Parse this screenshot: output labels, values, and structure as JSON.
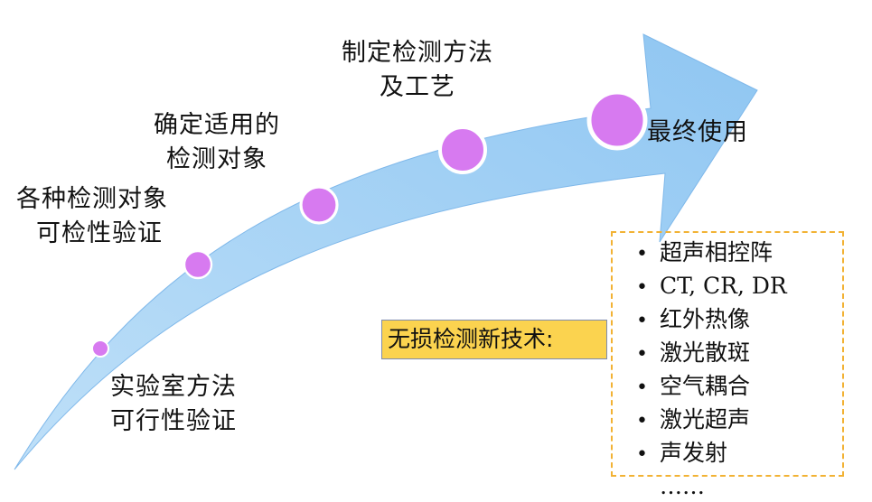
{
  "stages": [
    {
      "id": "stage-1",
      "lines": [
        "实验室方法",
        "可行性验证"
      ]
    },
    {
      "id": "stage-2",
      "lines": [
        "各种检测对象",
        "可检性验证"
      ]
    },
    {
      "id": "stage-3",
      "lines": [
        "确定适用的",
        "检测对象"
      ]
    },
    {
      "id": "stage-4",
      "lines": [
        "制定检测方法",
        "及工艺"
      ]
    },
    {
      "id": "stage-5",
      "lines": [
        "最终使用"
      ]
    }
  ],
  "new_tech": {
    "title": "无损检测新技术:",
    "items": [
      "超声相控阵",
      "CT, CR, DR",
      "红外热像",
      "激光散斑",
      "空气耦合",
      "激光超声",
      "声发射",
      "……"
    ]
  },
  "colors": {
    "arrow": "#a9d3f5",
    "arrow_edge": "#7fb8ea",
    "node_fill": "#d77af0",
    "node_ring": "#ffffff",
    "title_bg": "#fbd34f",
    "box_border": "#f2b234"
  }
}
